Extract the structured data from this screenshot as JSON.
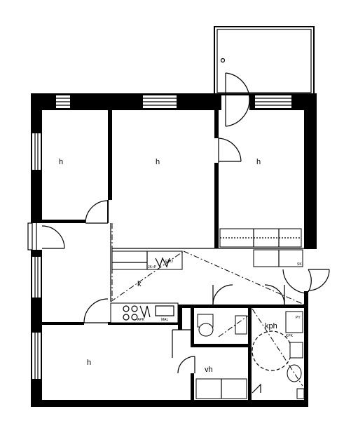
{
  "rooms": {
    "room_west": "h",
    "room_middle": "h",
    "room_east": "h",
    "kitchen": "k",
    "room_south": "h",
    "utility": "vh",
    "bathroom": "kph"
  },
  "fixture_labels": {
    "fridge_top": "JK+P",
    "oven_top": "ERO",
    "dishwasher": "APK",
    "washer": "MAL",
    "closet": "SK",
    "dryer": "PY",
    "washing_machine": "KPK"
  }
}
